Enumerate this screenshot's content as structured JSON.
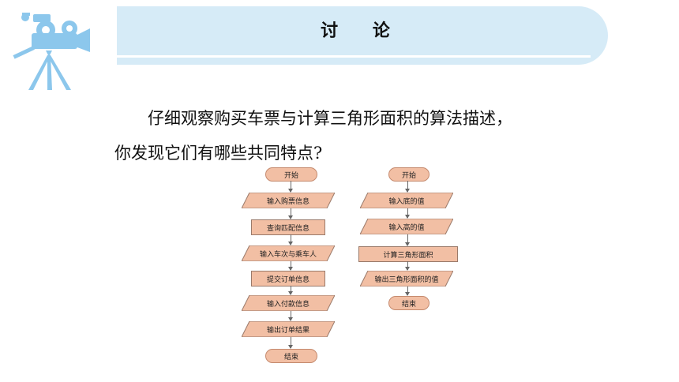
{
  "header": {
    "title": "讨  论"
  },
  "paragraph": {
    "line1": "仔细观察购买车票与计算三角形面积的算法描述，",
    "line2": "你发现它们有哪些共同特点?"
  },
  "flowchart_left": {
    "steps": [
      "开始",
      "输入购票信息",
      "查询匹配信息",
      "输入车次与乘车人",
      "提交订单信息",
      "输入付款信息",
      "输出订单结果",
      "结束"
    ]
  },
  "flowchart_right": {
    "steps": [
      "开始",
      "输入底的值",
      "输入高的值",
      "计算三角形面积",
      "输出三角形面积的值",
      "结束"
    ]
  },
  "colors": {
    "banner": "#d6ebf7",
    "camera": "#8cc7ec",
    "shape_fill": "#f2bfa4"
  },
  "icons": {
    "logo": "film-camera-icon"
  }
}
